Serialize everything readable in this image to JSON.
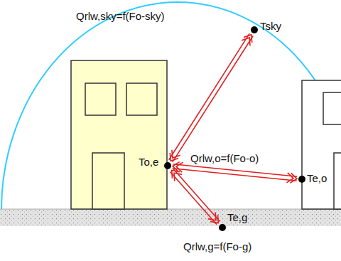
{
  "diagram": {
    "nodes": [
      {
        "text": [
          "Tsky"
        ]
      },
      {
        "text": [
          "To,e"
        ]
      },
      {
        "text": [
          "Te,o"
        ]
      },
      {
        "text": [
          "Te,g"
        ]
      }
    ],
    "edges": [
      {
        "from": 1,
        "to": 0,
        "arrow": "both",
        "label": "Qrlw,sky=f(Fo-sky)"
      },
      {
        "from": 1,
        "to": 2,
        "arrow": "both",
        "label": "Qrlw,o=f(Fo-o)"
      },
      {
        "from": 1,
        "to": 3,
        "arrow": "both",
        "label": "Qrlw,g=f(Fo-g)"
      }
    ]
  }
}
